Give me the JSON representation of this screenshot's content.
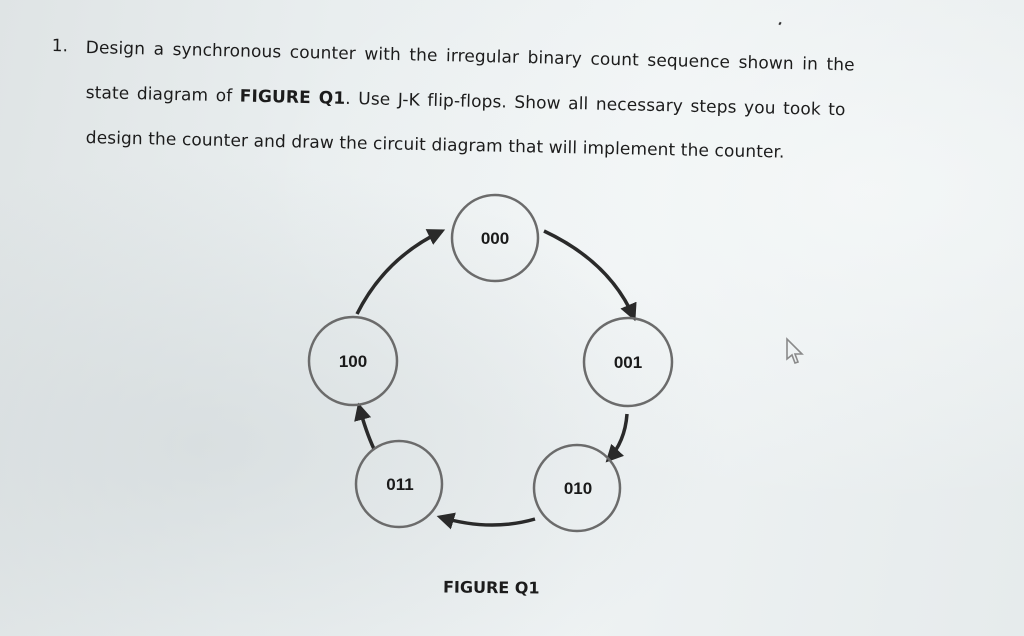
{
  "question": {
    "number": "1.",
    "line1": "Design a synchronous counter with the irregular binary count sequence shown in the",
    "line2_prefix": "state diagram of ",
    "line2_bold": "FIGURE Q1",
    "line2_suffix": ".  Use J-K flip-flops. Show all necessary steps you took to",
    "line3": "design the counter and draw the circuit diagram that will implement the counter."
  },
  "figure": {
    "caption": "FIGURE Q1",
    "states": [
      {
        "id": "s000",
        "label": "000"
      },
      {
        "id": "s001",
        "label": "001"
      },
      {
        "id": "s010",
        "label": "010"
      },
      {
        "id": "s011",
        "label": "011"
      },
      {
        "id": "s100",
        "label": "100"
      }
    ],
    "transitions": [
      {
        "from": "000",
        "to": "001"
      },
      {
        "from": "001",
        "to": "010"
      },
      {
        "from": "010",
        "to": "011"
      },
      {
        "from": "011",
        "to": "100"
      },
      {
        "from": "100",
        "to": "000"
      }
    ]
  },
  "colors": {
    "circle_stroke": "#6b6b6b",
    "arrow": "#2a2a2a",
    "text": "#1c1c1c"
  }
}
